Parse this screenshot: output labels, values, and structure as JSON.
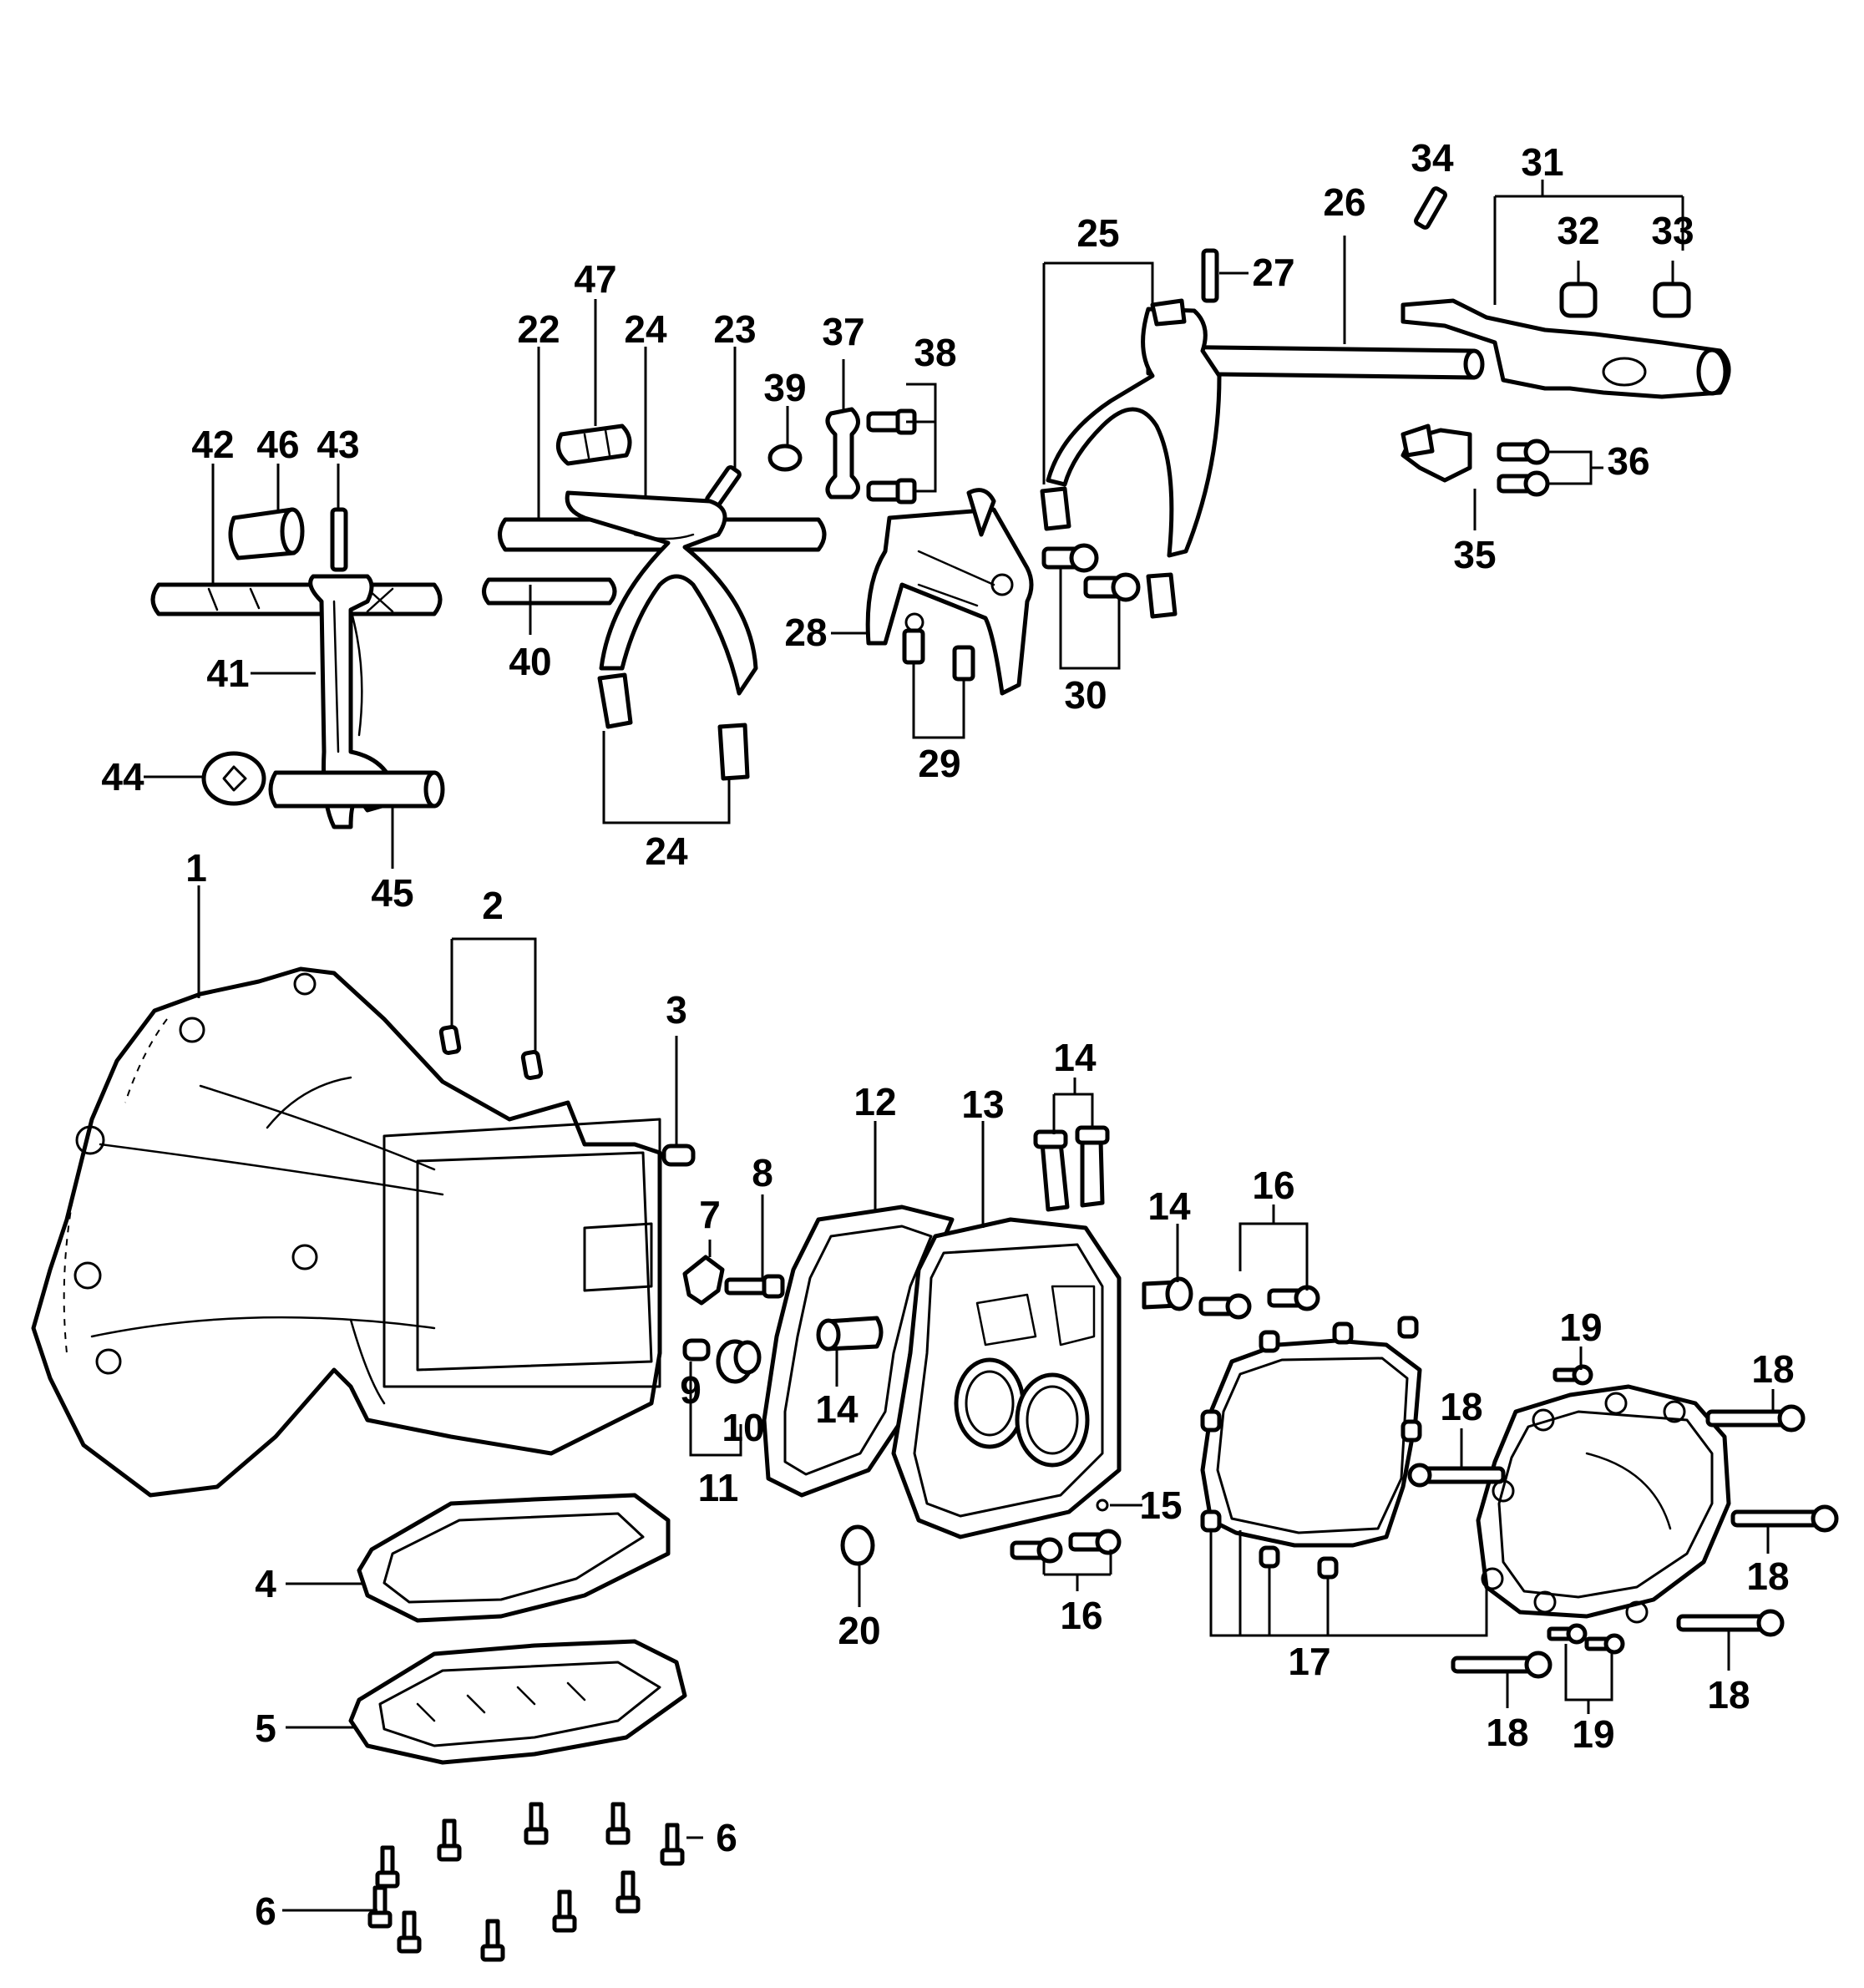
{
  "diagram": {
    "callouts": [
      {
        "id": "c1",
        "text": "1"
      },
      {
        "id": "c2",
        "text": "2"
      },
      {
        "id": "c3",
        "text": "3"
      },
      {
        "id": "c4",
        "text": "4"
      },
      {
        "id": "c5",
        "text": "5"
      },
      {
        "id": "c6a",
        "text": "6"
      },
      {
        "id": "c6b",
        "text": "6"
      },
      {
        "id": "c7",
        "text": "7"
      },
      {
        "id": "c8",
        "text": "8"
      },
      {
        "id": "c9",
        "text": "9"
      },
      {
        "id": "c10",
        "text": "10"
      },
      {
        "id": "c11",
        "text": "11"
      },
      {
        "id": "c12",
        "text": "12"
      },
      {
        "id": "c13",
        "text": "13"
      },
      {
        "id": "c14a",
        "text": "14"
      },
      {
        "id": "c14b",
        "text": "14"
      },
      {
        "id": "c14c",
        "text": "14"
      },
      {
        "id": "c15",
        "text": "15"
      },
      {
        "id": "c16a",
        "text": "16"
      },
      {
        "id": "c16b",
        "text": "16"
      },
      {
        "id": "c17",
        "text": "17"
      },
      {
        "id": "c18a",
        "text": "18"
      },
      {
        "id": "c18b",
        "text": "18"
      },
      {
        "id": "c18c",
        "text": "18"
      },
      {
        "id": "c18d",
        "text": "18"
      },
      {
        "id": "c18e",
        "text": "18"
      },
      {
        "id": "c19a",
        "text": "19"
      },
      {
        "id": "c19b",
        "text": "19"
      },
      {
        "id": "c20",
        "text": "20"
      },
      {
        "id": "c22",
        "text": "22"
      },
      {
        "id": "c23",
        "text": "23"
      },
      {
        "id": "c24a",
        "text": "24"
      },
      {
        "id": "c24b",
        "text": "24"
      },
      {
        "id": "c25",
        "text": "25"
      },
      {
        "id": "c26",
        "text": "26"
      },
      {
        "id": "c27",
        "text": "27"
      },
      {
        "id": "c28",
        "text": "28"
      },
      {
        "id": "c29",
        "text": "29"
      },
      {
        "id": "c30",
        "text": "30"
      },
      {
        "id": "c31",
        "text": "31"
      },
      {
        "id": "c32",
        "text": "32"
      },
      {
        "id": "c33",
        "text": "33"
      },
      {
        "id": "c34",
        "text": "34"
      },
      {
        "id": "c35",
        "text": "35"
      },
      {
        "id": "c36",
        "text": "36"
      },
      {
        "id": "c37",
        "text": "37"
      },
      {
        "id": "c38",
        "text": "38"
      },
      {
        "id": "c39",
        "text": "39"
      },
      {
        "id": "c40",
        "text": "40"
      },
      {
        "id": "c41",
        "text": "41"
      },
      {
        "id": "c42",
        "text": "42"
      },
      {
        "id": "c43",
        "text": "43"
      },
      {
        "id": "c44",
        "text": "44"
      },
      {
        "id": "c45",
        "text": "45"
      },
      {
        "id": "c46",
        "text": "46"
      },
      {
        "id": "c47",
        "text": "47"
      }
    ]
  }
}
